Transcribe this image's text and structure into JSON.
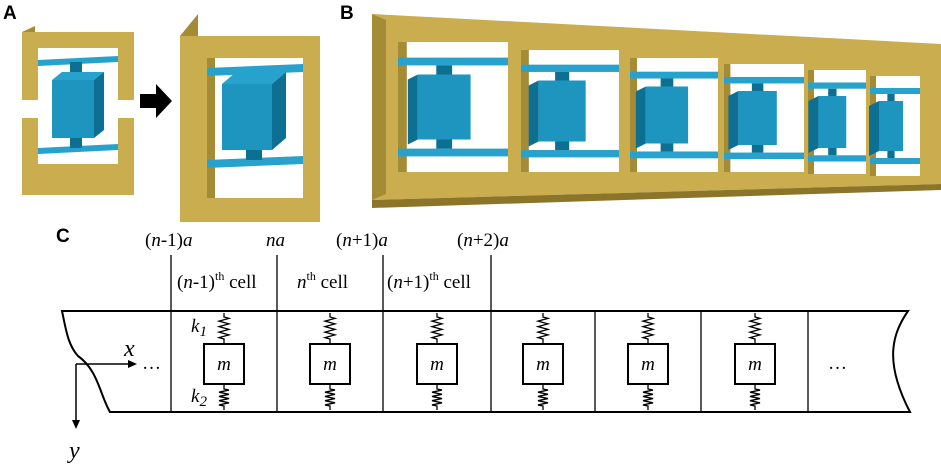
{
  "panels": {
    "a": "A",
    "b": "B",
    "c": "C"
  },
  "colors": {
    "frame_face": "#c9ad4f",
    "frame_side": "#a48c37",
    "frame_dark": "#8c7428",
    "mass_face": "#1d95bf",
    "mass_side": "#0d6f92",
    "beam": "#27a2cd",
    "line": "#000000"
  },
  "positions": {
    "p1": {
      "open": "(",
      "var": "n",
      "mid": "-1)",
      "end": "a"
    },
    "p2": {
      "open": "",
      "var": "na",
      "mid": "",
      "end": ""
    },
    "p3": {
      "open": "(",
      "var": "n",
      "mid": "+1)",
      "end": "a"
    },
    "p4": {
      "open": "(",
      "var": "n",
      "mid": "+2)",
      "end": "a"
    }
  },
  "cells": {
    "c1": {
      "pre": "(",
      "var": "n",
      "mid": "-1)",
      "sup": "th",
      "post": " cell"
    },
    "c2": {
      "pre": "",
      "var": "n",
      "mid": "",
      "sup": "th",
      "post": " cell"
    },
    "c3": {
      "pre": "(",
      "var": "n",
      "mid": "+1)",
      "sup": "th",
      "post": " cell"
    }
  },
  "springs": {
    "k1": {
      "k": "k",
      "sub": "1"
    },
    "k2": {
      "k": "k",
      "sub": "2"
    }
  },
  "mass_label": "m",
  "axes": {
    "x": "x",
    "y": "y"
  },
  "ellipsis": "…"
}
